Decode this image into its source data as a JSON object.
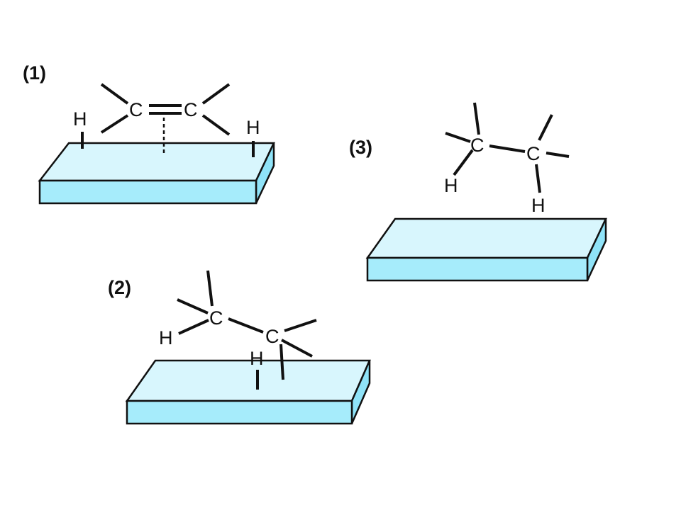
{
  "colors": {
    "surface_top": "#d8f6fd",
    "surface_front": "#a6ecfb",
    "surface_side": "#8fe3f8",
    "line": "#111111"
  },
  "panels": [
    {
      "label": "(1)",
      "atoms": {
        "c1": "C",
        "c2": "C",
        "h_left": "H",
        "h_right": "H"
      }
    },
    {
      "label": "(2)",
      "atoms": {
        "c1": "C",
        "c2": "C",
        "h1": "H",
        "h2": "H"
      }
    },
    {
      "label": "(3)",
      "atoms": {
        "c1": "C",
        "c2": "C",
        "h1": "H",
        "h2": "H"
      }
    }
  ]
}
